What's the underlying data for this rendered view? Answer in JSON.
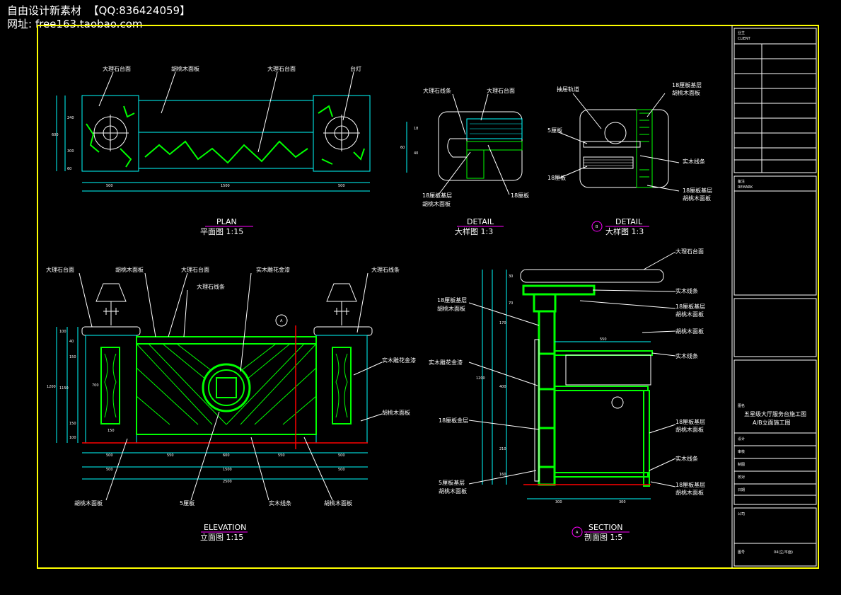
{
  "watermark": {
    "line1": "自由设计新素材  【QQ:836424059】",
    "line2": "网址: free163.taobao.com"
  },
  "plan": {
    "view_en": "PLAN",
    "view_cn": "平面图 1:15",
    "labels": [
      "大理石台面",
      "胡桃木面板",
      "大理石台面",
      "台灯"
    ],
    "dims_bottom": [
      "500",
      "1500",
      "500"
    ],
    "dims_left": [
      "240",
      "300",
      "60"
    ],
    "dim_total_left": "600"
  },
  "detail_a": {
    "view_en": "DETAIL",
    "view_cn": "大样图 1:3",
    "labels": [
      "大理石线条",
      "大理石台面",
      "18厘板基层",
      "胡桃木面板",
      "18厘板"
    ],
    "dims_left": [
      "18",
      "40"
    ],
    "dim_total_left": "60"
  },
  "detail_b": {
    "badge": "B",
    "view_en": "DETAIL",
    "view_cn": "大样图 1:3",
    "labels": [
      "抽屉轨道",
      "18厘板基层",
      "胡桃木面板",
      "5厘板",
      "实木线条",
      "18厘板",
      "18厘板基层",
      "胡桃木面板"
    ]
  },
  "elevation": {
    "view_en": "ELEVATION",
    "view_cn": "立面图 1:15",
    "section_marker": "A",
    "labels_top": [
      "大理石台面",
      "胡桃木面板",
      "大理石台面",
      "大理石线条",
      "实木雕花金漆",
      "大理石线条"
    ],
    "labels_right": [
      "实木雕花金漆",
      "胡桃木面板"
    ],
    "labels_bottom": [
      "胡桃木面板",
      "5厘板",
      "实木线条",
      "胡桃木面板"
    ],
    "dims_bottom_row1": [
      "500",
      "550",
      "600",
      "550",
      "500"
    ],
    "dims_bottom_row2": [
      "500",
      "1500",
      "500"
    ],
    "dim_total": "2500",
    "dims_left": [
      "100",
      "40",
      "150",
      "1150",
      "150",
      "100"
    ],
    "dim_total_left": "1200",
    "panel_dims": [
      "700",
      "150"
    ]
  },
  "section": {
    "badge": "A",
    "view_en": "SECTION",
    "view_cn": "剖面图 1:5",
    "labels_left": [
      "18厘板基层",
      "胡桃木面板",
      "实木雕花金漆",
      "18厘板金层",
      "5厘板基层",
      "胡桃木面板"
    ],
    "labels_right": [
      "大理石台面",
      "实木线条",
      "18厘板基层",
      "胡桃木面板",
      "胡桃木面板",
      "实木线条",
      "18厘板基层",
      "胡桃木面板",
      "实木线条",
      "18厘板基层",
      "胡桃木面板"
    ],
    "dims_bottom": [
      "300",
      "300"
    ],
    "dim_inner": "550",
    "dims_left": [
      "30",
      "70",
      "170",
      "400",
      "210",
      "160"
    ],
    "dim_total_left": "1200"
  },
  "title_block": {
    "header1": "业主",
    "header1_en": "CLIENT",
    "header2": "备注",
    "header2_en": "REMARK",
    "project_title_label": "图名",
    "project_title": "五星级大厅服务台施工图",
    "project_subtitle": "A/B立面施工图",
    "rows": [
      "设计",
      "审核",
      "制图",
      "校对",
      "日期"
    ],
    "company": "公司",
    "sheet_label": "图号",
    "sheet_no": "04(立/平面)"
  },
  "colors": {
    "frame": "#ffff00",
    "line": "#00ffff",
    "accent": "#00ff00",
    "red": "#ff0000",
    "magenta": "#ff00ff",
    "white": "#ffffff"
  }
}
